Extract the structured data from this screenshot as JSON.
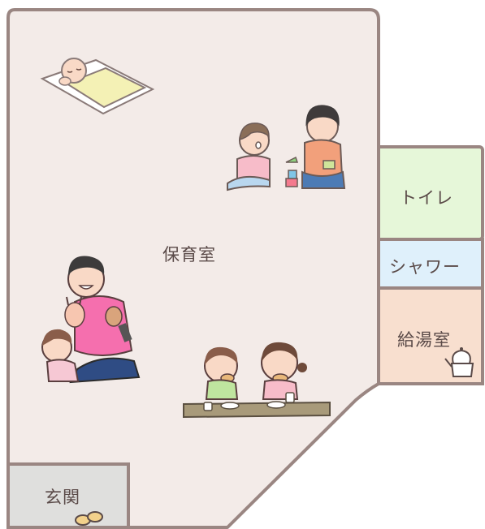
{
  "floor_plan": {
    "rooms": {
      "nursery": {
        "label": "保育室",
        "fill": "#f3ebe8"
      },
      "toilet": {
        "label": "トイレ",
        "fill": "#e6f7d9"
      },
      "shower": {
        "label": "シャワー",
        "fill": "#dff0fb"
      },
      "kitchen": {
        "label": "給湯室",
        "fill": "#f8dfcf"
      },
      "entrance": {
        "label": "玄関",
        "fill": "#dfdfdd"
      }
    },
    "wall_color": "#9a8682",
    "illustrations": [
      "sleeping-baby-icon",
      "children-playing-blocks-icon",
      "caregiver-with-puppets-icon",
      "children-eating-snack-icon",
      "teapot-icon",
      "shoes-icon"
    ]
  }
}
